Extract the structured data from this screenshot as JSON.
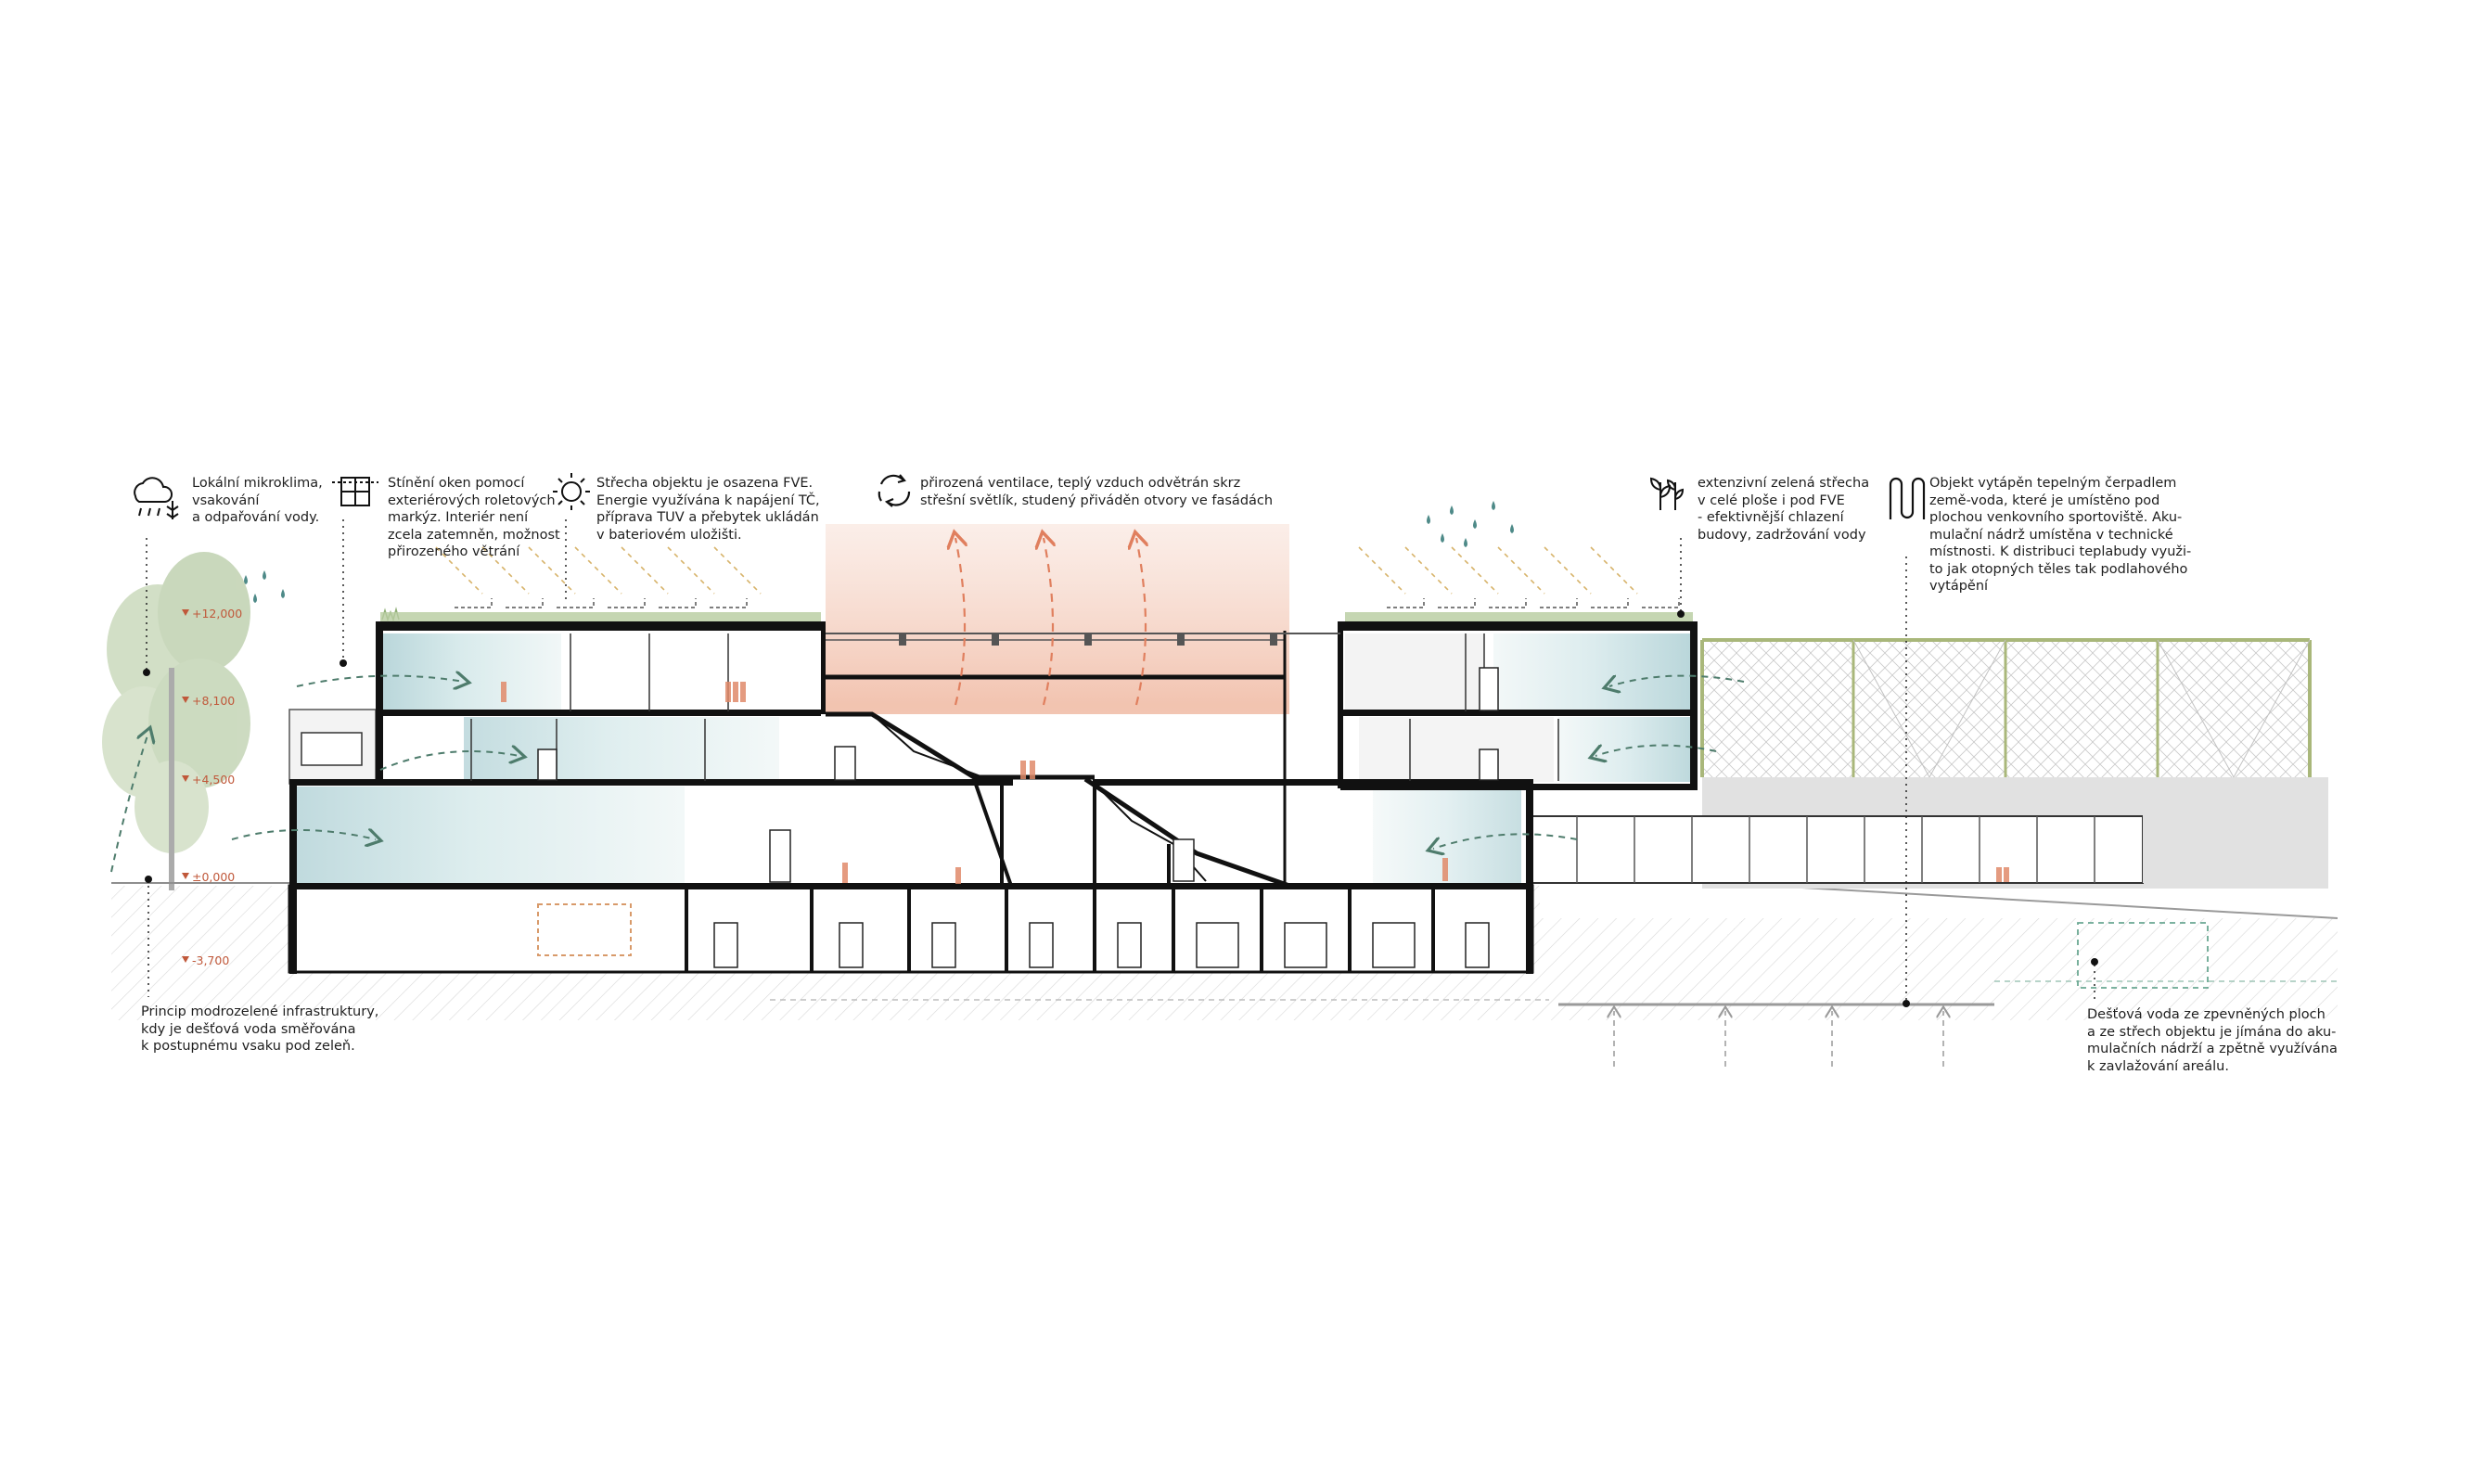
{
  "notes": {
    "microclimate": "Lokální mikroklima,\nvsakování\na odpařování vody.",
    "shading": "Stínění oken pomocí\nexteriérových roletových\nmarkýz. Interiér není\nzcela zatemněn, možnost\npřirozeného větrání",
    "pv_roof": "Střecha objektu je osazena FVE.\nEnergie využívána k napájení TČ,\npříprava TUV a přebytek ukládán\nv bateriovém uložišti.",
    "ventilation": "přirozená ventilace, teplý vzduch odvětrán skrz\nstřešní světlík, studený přiváděn otvory ve fasádách",
    "green_roof": "extenzivní zelená střecha\nv celé ploše i pod FVE\n- efektivnější chlazení\nbudovy, zadržování vody",
    "heat_pump": "Objekt vytápěn tepelným čerpadlem\nzemě-voda, které je umístěno pod\nplochou venkovního sportoviště. Aku-\nmulační nádrž umístěna v technické\nmístnosti. K distribuci teplabudy využi-\nto jak otopných těles tak podlahového\nvytápění",
    "blue_infra": "Princip modrozelené infrastruktury,\nkdy je dešťová voda směřována\nk postupnému vsaku pod zeleň.",
    "rainwater": "Dešťová voda ze zpevněných ploch\na ze střech objektu je jímána do aku-\nmulačních nádrží a zpětně využívána\nk zavlažování areálu."
  },
  "levels": [
    "+12,000",
    "+8,100",
    "+4,500",
    "±0,000",
    "-3,700"
  ],
  "icons": [
    "rain-cloud-icon",
    "window-blind-icon",
    "sun-icon",
    "recycle-arrows-icon",
    "plant-icon",
    "heat-coil-icon"
  ],
  "colors": {
    "structure": "#111111",
    "glass": "#cfe3e6",
    "warm_air": "#e98a6c",
    "cool_air": "#4e7c6c",
    "solar": "#d7b36a",
    "vegetation": "#9bb58a",
    "level_marker": "#c0583a",
    "fence": "#a9b77a"
  }
}
